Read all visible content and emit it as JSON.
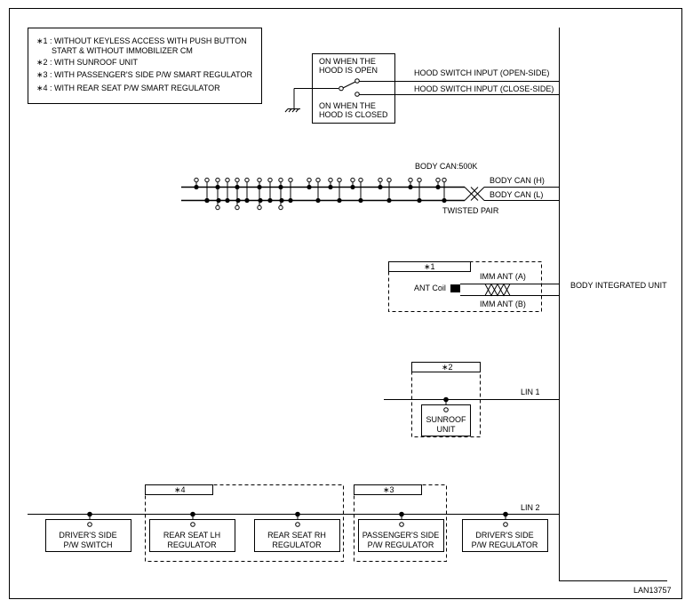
{
  "notes": [
    "∗1 : WITHOUT KEYLESS ACCESS WITH PUSH BUTTON",
    "START & WITHOUT IMMOBILIZER CM",
    "∗2 : WITH SUNROOF UNIT",
    "∗3 : WITH PASSENGER'S SIDE P/W SMART REGULATOR",
    "∗4 : WITH REAR SEAT P/W SMART REGULATOR"
  ],
  "hood": {
    "open_line1": "ON WHEN THE",
    "open_line2": "HOOD IS OPEN",
    "closed_line1": "ON WHEN THE",
    "closed_line2": "HOOD IS CLOSED",
    "input_open": "HOOD SWITCH INPUT (OPEN-SIDE)",
    "input_close": "HOOD SWITCH INPUT (CLOSE-SIDE)"
  },
  "can": {
    "speed": "BODY CAN:500K",
    "high": "BODY CAN (H)",
    "low": "BODY CAN (L)",
    "twisted": "TWISTED PAIR"
  },
  "ant": {
    "tag": "∗1",
    "coil": "ANT Coil",
    "a": "IMM ANT (A)",
    "b": "IMM ANT (B)"
  },
  "bcm": {
    "label": "BODY INTEGRATED UNIT"
  },
  "lin1": {
    "label": "LIN 1",
    "tag": "∗2",
    "unit_line1": "SUNROOF",
    "unit_line2": "UNIT"
  },
  "lin2": {
    "label": "LIN 2",
    "tag4": "∗4",
    "tag3": "∗3",
    "units": [
      {
        "line1": "DRIVER'S SIDE",
        "line2": "P/W SWITCH"
      },
      {
        "line1": "REAR SEAT LH",
        "line2": "REGULATOR"
      },
      {
        "line1": "REAR SEAT RH",
        "line2": "REGULATOR"
      },
      {
        "line1": "PASSENGER'S SIDE",
        "line2": "P/W REGULATOR"
      },
      {
        "line1": "DRIVER'S SIDE",
        "line2": "P/W REGULATOR"
      }
    ]
  },
  "figure_id": "LAN13757"
}
